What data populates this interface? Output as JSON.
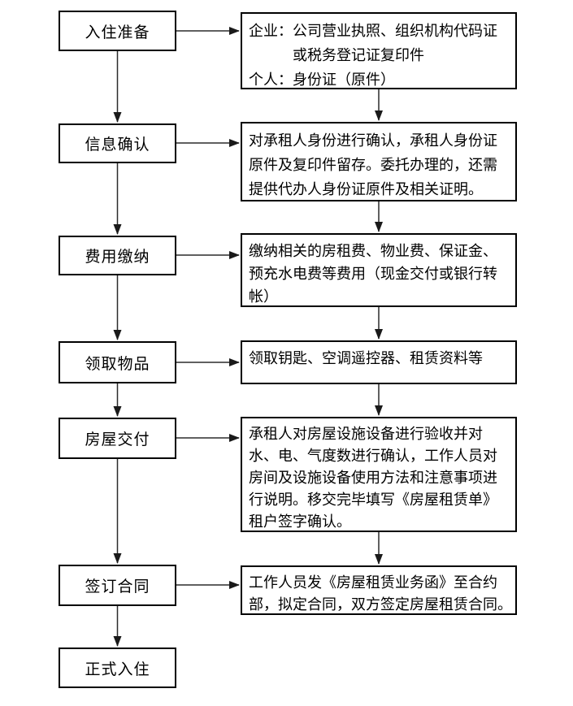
{
  "flow": {
    "title": "",
    "steps": [
      {
        "label": "入住准备",
        "detail_lines": [
          "企业：公司营业执照、组织机构代码证",
          "或税务登记证复印件",
          "个人：身份证（原件）"
        ]
      },
      {
        "label": "信息确认",
        "detail_lines": [
          "对承租人身份进行确认，承租人身份证",
          "原件及复印件留存。委托办理的，还需",
          "提供代办人身份证原件及相关证明。"
        ]
      },
      {
        "label": "费用缴纳",
        "detail_lines": [
          "缴纳相关的房租费、物业费、保证金、",
          "预充水电费等费用（现金交付或银行转",
          "帐）"
        ]
      },
      {
        "label": "领取物品",
        "detail_lines": [
          "领取钥匙、空调遥控器、租赁资料等"
        ]
      },
      {
        "label": "房屋交付",
        "detail_lines": [
          "承租人对房屋设施设备进行验收并对",
          "水、电、气度数进行确认，工作人员对",
          "房间及设施设备使用方法和注意事项进",
          "行说明。移交完毕填写《房屋租赁单》",
          "租户签字确认。"
        ]
      },
      {
        "label": "签订合同",
        "detail_lines": [
          "工作人员发《房屋租赁业务函》至合约",
          "部，拟定合同，双方签定房屋租赁合同。"
        ]
      },
      {
        "label": "正式入住",
        "detail_lines": []
      }
    ]
  },
  "colors": {
    "background": "#ffffff",
    "box_border": "#000000",
    "text": "#000000",
    "connector": "#2b2b2b"
  }
}
